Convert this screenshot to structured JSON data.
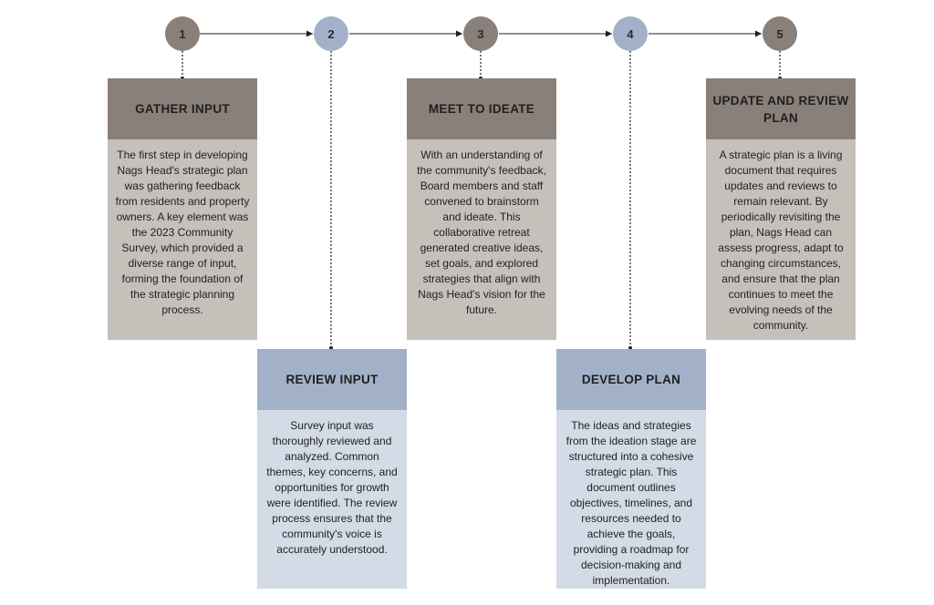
{
  "steps": [
    {
      "number": "1",
      "title": "GATHER INPUT",
      "text": "The first step in developing Nags Head's strategic plan was gathering feedback from residents and property owners. A key element was the 2023 Community Survey, which provided a diverse range of input, forming the foundation of the strategic planning process.",
      "color": "#8a807a"
    },
    {
      "number": "2",
      "title": "REVIEW INPUT",
      "text": "Survey input was thoroughly reviewed and analyzed. Common themes, key concerns, and opportunities for growth were identified. The review process ensures that the community's voice is accurately understood.",
      "color": "#a3b1c8"
    },
    {
      "number": "3",
      "title": "MEET TO IDEATE",
      "text": "With an understanding of the community's feedback, Board members and staff convened to brainstorm and ideate. This collaborative retreat generated creative ideas, set goals, and explored strategies that align with Nags Head's vision for the future.",
      "color": "#8a807a"
    },
    {
      "number": "4",
      "title": "DEVELOP PLAN",
      "text": "The ideas and strategies from the ideation stage are structured into a cohesive strategic plan. This document outlines objectives, timelines, and resources needed to achieve the goals, providing a roadmap for decision-making and implementation.",
      "color": "#a3b1c8"
    },
    {
      "number": "5",
      "title": "UPDATE AND REVIEW PLAN",
      "text": "A strategic plan is a living document that requires updates and reviews to remain relevant. By periodically revisiting the plan, Nags Head can assess progress, adapt to changing circumstances, and ensure that the plan continues to meet the evolving needs of the community.",
      "color": "#8a807a"
    }
  ]
}
